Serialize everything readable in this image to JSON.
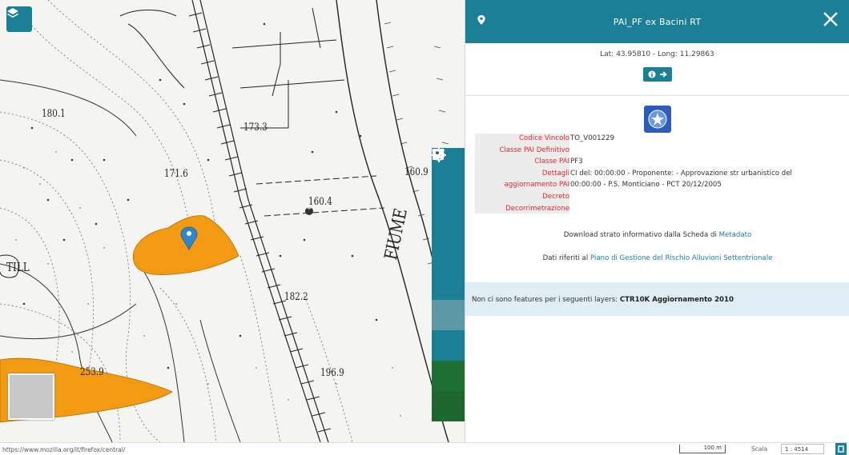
{
  "map": {
    "labels": {
      "l1801": "180.1",
      "l1716": "171.6",
      "l1733": "173.3",
      "l1604": "160.4",
      "l1609": "160.9",
      "l1822": "182.2",
      "l1969": "196.9",
      "l2539": "253.9",
      "fiume": "FIUME",
      "till": "TILL"
    }
  },
  "toolbar": {
    "tools": [
      "locate-icon",
      "zoom-in-icon",
      "zoom-out-icon",
      "fit-extent-icon",
      "select-area-icon",
      "measure-icon",
      "fullscreen-icon",
      "identify-pin-icon",
      "more-icon"
    ]
  },
  "panel": {
    "title": "PAI_PF ex Bacini RT",
    "coords": "Lat: 43.95810 - Long: 11.29863",
    "attributes": [
      {
        "key": "Codice Vincolo",
        "value": "TO_V001229"
      },
      {
        "key": "Classe PAI Definitivo",
        "value": ""
      },
      {
        "key": "Classe PAI",
        "value": "PF3"
      },
      {
        "key": "Dettagli",
        "value": "CI del: 00:00:00 - Proponente: - Approvazione str urbanistico del"
      },
      {
        "key": "aggiornamento PAI",
        "value": "00:00:00 - P.S. Monticiano - PCT 20/12/2005"
      },
      {
        "key": "Decreto",
        "value": ""
      },
      {
        "key": "Decorrimetrazione",
        "value": ""
      }
    ],
    "download_text": "Download strato informativo dalla Scheda di",
    "download_link": "Metadato",
    "data_text": "Dati riferiti al",
    "data_link": "Piano di Gestione del Rischio Alluvioni Settentrionale",
    "nofeatures_text": "Non ci sono features per i seguenti layers:",
    "nofeatures_layer": "CTR10K Aggiornamento 2010"
  },
  "statusbar": {
    "url": "https://www.mozilla.org/it/firefox/central/",
    "scale_bar": "100 m",
    "scale_label": "Scala",
    "scale_value": "1 : 4514"
  },
  "colors": {
    "teal": "#1b7f95",
    "hazard_orange": "#f29b12",
    "red_key": "#d9282f"
  }
}
